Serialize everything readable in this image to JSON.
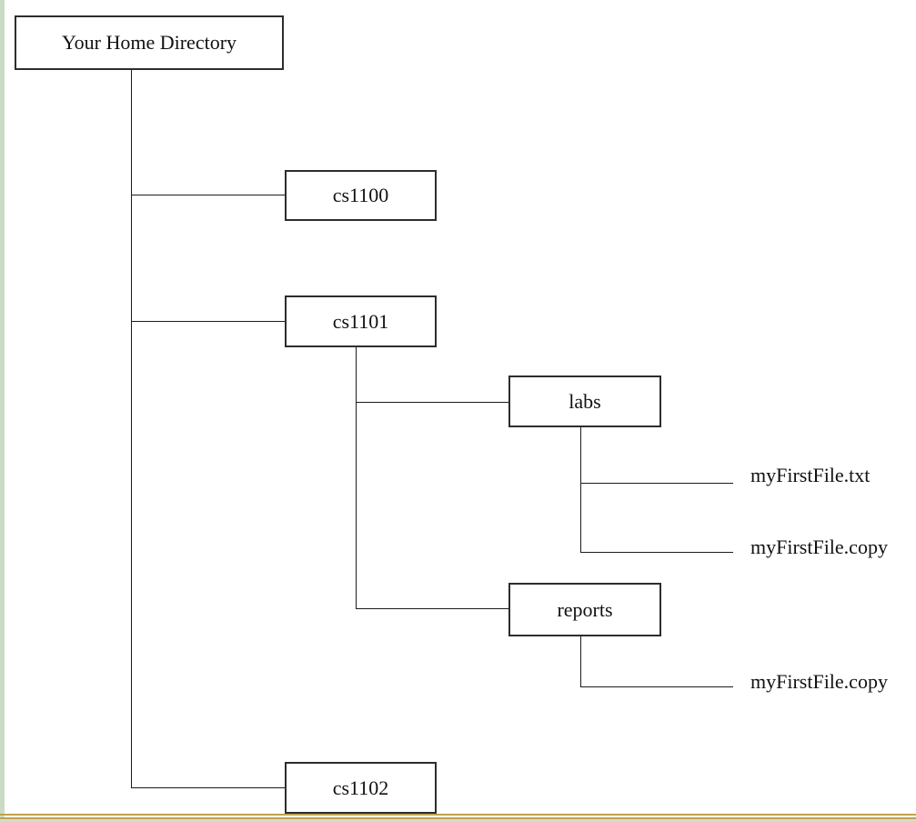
{
  "colors": {
    "background": "#ffffff",
    "line": "#1c1c1c",
    "box_border": "#2d2d2d",
    "left_strip": "#c9dcc3",
    "bottom_strip": "#cfe2ca",
    "gold_border": "#c2a14e"
  },
  "tree": {
    "root": {
      "label": "Your Home Directory",
      "type": "directory"
    },
    "children": [
      {
        "label": "cs1100",
        "type": "directory"
      },
      {
        "label": "cs1101",
        "type": "directory",
        "children": [
          {
            "label": "labs",
            "type": "directory",
            "children": [
              {
                "label": "myFirstFile.txt",
                "type": "file"
              },
              {
                "label": "myFirstFile.copy",
                "type": "file"
              }
            ]
          },
          {
            "label": "reports",
            "type": "directory",
            "children": [
              {
                "label": "myFirstFile.copy",
                "type": "file"
              }
            ]
          }
        ]
      },
      {
        "label": "cs1102",
        "type": "directory"
      }
    ]
  }
}
